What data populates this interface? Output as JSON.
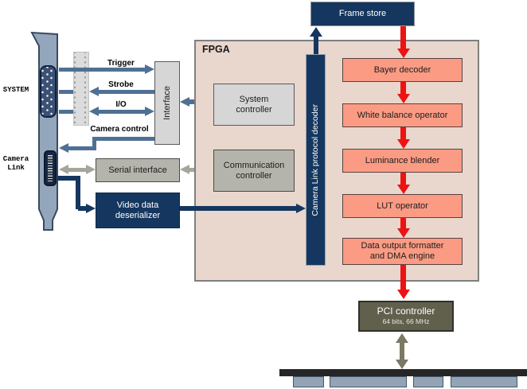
{
  "diagram": {
    "region_label": "FPGA",
    "frame_store": "Frame store",
    "protocol_decoder": "Camera Link protocol decoder",
    "interface": "Interface",
    "system_controller": "System\ncontroller",
    "communication_controller": "Communication\ncontroller",
    "serial_interface": "Serial interface",
    "video_deserializer": "Video data\ndeserializer",
    "pipeline": [
      "Bayer decoder",
      "White balance operator",
      "Luminance blender",
      "LUT operator",
      "Data output formatter\nand DMA engine"
    ],
    "pci_controller": {
      "label": "PCI controller",
      "spec": "64 bits, 66 MHz"
    },
    "connectors": {
      "system": "SYSTEM",
      "camera_link": "Camera\nLink"
    },
    "signals": {
      "trigger": "Trigger",
      "strobe": "Strobe",
      "io": "I/O",
      "camera_control": "Camera control"
    },
    "colors": {
      "navy": "#15375f",
      "steel_blue": "#4e7094",
      "gray_arrow": "#a5a59c",
      "red": "#ec1313",
      "olive": "#7a7a63",
      "fpga_fill": "#e9d6cc",
      "pipeline_fill": "#fb9b84",
      "pci_fill": "#60604c"
    }
  }
}
